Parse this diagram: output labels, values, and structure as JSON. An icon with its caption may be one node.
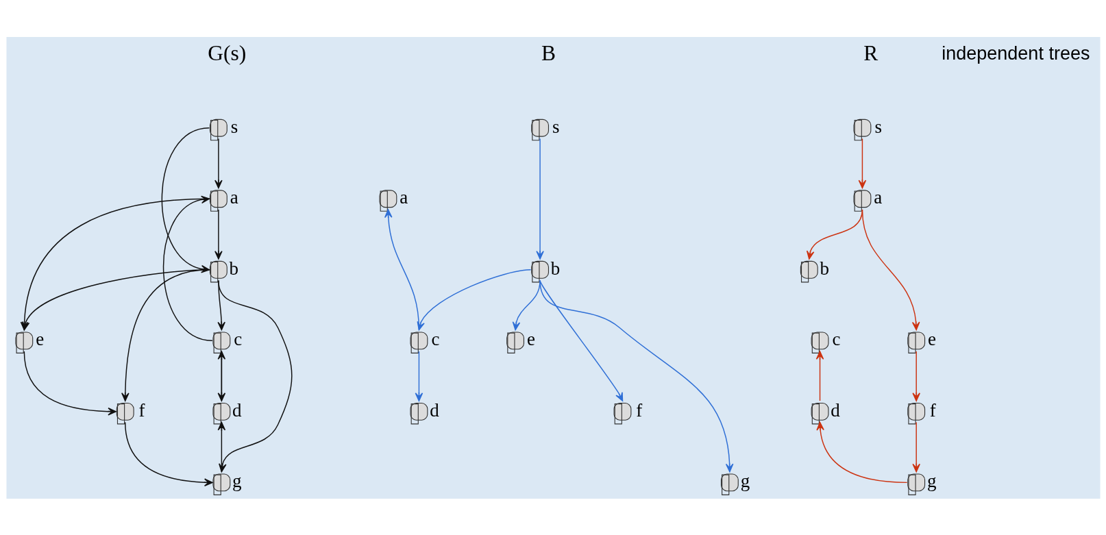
{
  "diagram": {
    "nodes": [
      {
        "text": [],
        "shape": "circle",
        "beside": [
          "s"
        ]
      },
      {
        "text": [],
        "shape": "circle",
        "beside": [
          "a"
        ]
      },
      {
        "text": [],
        "shape": "circle",
        "beside": [
          "b"
        ]
      },
      {
        "text": [],
        "shape": "circle",
        "beside": [
          "c"
        ]
      },
      {
        "text": [],
        "shape": "circle",
        "beside": [
          "d"
        ]
      },
      {
        "text": [],
        "shape": "circle",
        "beside": [
          "e"
        ]
      },
      {
        "text": [],
        "shape": "circle",
        "beside": [
          "f"
        ]
      },
      {
        "text": [],
        "shape": "circle",
        "beside": [
          "g"
        ]
      },
      {
        "text": [],
        "shape": "circle",
        "beside": [
          "s"
        ]
      },
      {
        "text": [],
        "shape": "circle",
        "beside": [
          "a"
        ]
      },
      {
        "text": [],
        "shape": "circle",
        "beside": [
          "b"
        ]
      },
      {
        "text": [],
        "shape": "circle",
        "beside": [
          "c"
        ]
      },
      {
        "text": [],
        "shape": "circle",
        "beside": [
          "d"
        ]
      },
      {
        "text": [],
        "shape": "circle",
        "beside": [
          "e"
        ]
      },
      {
        "text": [],
        "shape": "circle",
        "beside": [
          "f"
        ]
      },
      {
        "text": [],
        "shape": "circle",
        "beside": [
          "g"
        ]
      },
      {
        "text": [],
        "shape": "circle",
        "beside": [
          "s"
        ]
      },
      {
        "text": [],
        "shape": "circle",
        "beside": [
          "a"
        ]
      },
      {
        "text": [],
        "shape": "circle",
        "beside": [
          "b"
        ]
      },
      {
        "text": [],
        "shape": "circle",
        "beside": [
          "c"
        ]
      },
      {
        "text": [],
        "shape": "circle",
        "beside": [
          "d"
        ]
      },
      {
        "text": [],
        "shape": "circle",
        "beside": [
          "e"
        ]
      },
      {
        "text": [],
        "shape": "circle",
        "beside": [
          "f"
        ]
      },
      {
        "text": [],
        "shape": "circle",
        "beside": [
          "g"
        ]
      }
    ],
    "edges": [
      {
        "from": 0,
        "to": 1,
        "arrow": "to"
      },
      {
        "from": 0,
        "to": 2,
        "arrow": "to"
      },
      {
        "from": 1,
        "to": 2,
        "arrow": "to"
      },
      {
        "from": 1,
        "to": 5,
        "arrow": "to"
      },
      {
        "from": 2,
        "to": 3,
        "arrow": "to"
      },
      {
        "from": 2,
        "to": 5,
        "arrow": "to"
      },
      {
        "from": 2,
        "to": 6,
        "arrow": "to"
      },
      {
        "from": 2,
        "to": 7,
        "arrow": "to"
      },
      {
        "from": 3,
        "to": 1,
        "arrow": "to"
      },
      {
        "from": 3,
        "to": 4,
        "arrow": "to"
      },
      {
        "from": 4,
        "to": 3,
        "arrow": "to"
      },
      {
        "from": 5,
        "to": 6,
        "arrow": "to"
      },
      {
        "from": 6,
        "to": 7,
        "arrow": "to"
      },
      {
        "from": 7,
        "to": 4,
        "arrow": "to"
      },
      {
        "from": 8,
        "to": 10,
        "arrow": "to",
        "color": "#2f6fd6"
      },
      {
        "from": 10,
        "to": 11,
        "arrow": "to",
        "color": "#2f6fd6"
      },
      {
        "from": 11,
        "to": 9,
        "arrow": "to",
        "color": "#2f6fd6"
      },
      {
        "from": 11,
        "to": 12,
        "arrow": "to",
        "color": "#2f6fd6"
      },
      {
        "from": 10,
        "to": 13,
        "arrow": "to",
        "color": "#2f6fd6"
      },
      {
        "from": 10,
        "to": 14,
        "arrow": "to",
        "color": "#2f6fd6"
      },
      {
        "from": 10,
        "to": 15,
        "arrow": "to",
        "color": "#2f6fd6"
      },
      {
        "from": 16,
        "to": 17,
        "arrow": "to",
        "color": "#cc3311"
      },
      {
        "from": 17,
        "to": 18,
        "arrow": "to",
        "color": "#cc3311"
      },
      {
        "from": 17,
        "to": 21,
        "arrow": "to",
        "color": "#cc3311"
      },
      {
        "from": 21,
        "to": 22,
        "arrow": "to",
        "color": "#cc3311"
      },
      {
        "from": 22,
        "to": 23,
        "arrow": "to",
        "color": "#cc3311"
      },
      {
        "from": 23,
        "to": 20,
        "arrow": "to",
        "color": "#cc3311"
      },
      {
        "from": 20,
        "to": 19,
        "arrow": "to",
        "color": "#cc3311"
      }
    ],
    "labels": [
      "G(s)",
      "B",
      "independent trees",
      "R"
    ]
  }
}
